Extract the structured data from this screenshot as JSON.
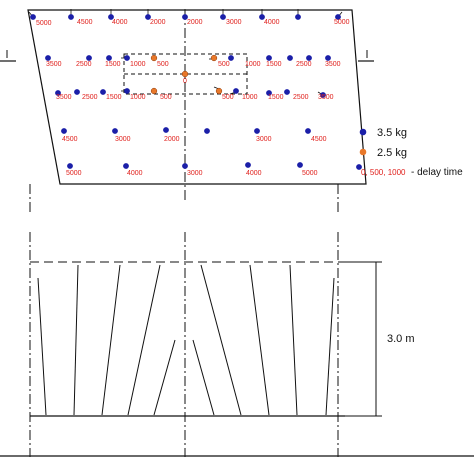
{
  "legend": {
    "items": [
      {
        "label": "3.5 kg",
        "color": "#1b1fa8"
      },
      {
        "label": "2.5 kg",
        "color": "#e8782a"
      }
    ],
    "delay_values": "0, 500, 1000",
    "delay_text": "- delay time"
  },
  "dimension_label": "3.0 m",
  "blue_charge_color": "#1b1fa8",
  "orange_charge_color": "#e8782a",
  "delay_label_color": "#e0201c",
  "rows": [
    {
      "labels": [
        "5000",
        "4500",
        "4000",
        "2000",
        "2000",
        "3000",
        "4000",
        "5000"
      ]
    },
    {
      "labels": [
        "3500",
        "2500",
        "1500",
        "1000",
        "500",
        "500",
        "1000",
        "1500",
        "2500",
        "3500"
      ]
    },
    {
      "labels": [
        "0"
      ]
    },
    {
      "labels": [
        "3500",
        "2500",
        "1500",
        "1000",
        "500",
        "500",
        "1000",
        "1500",
        "2500",
        "3500"
      ]
    },
    {
      "labels": [
        "4500",
        "3000",
        "2000",
        "3000",
        "4500"
      ]
    },
    {
      "labels": [
        "5000",
        "4000",
        "3000",
        "4000",
        "5000"
      ]
    }
  ]
}
